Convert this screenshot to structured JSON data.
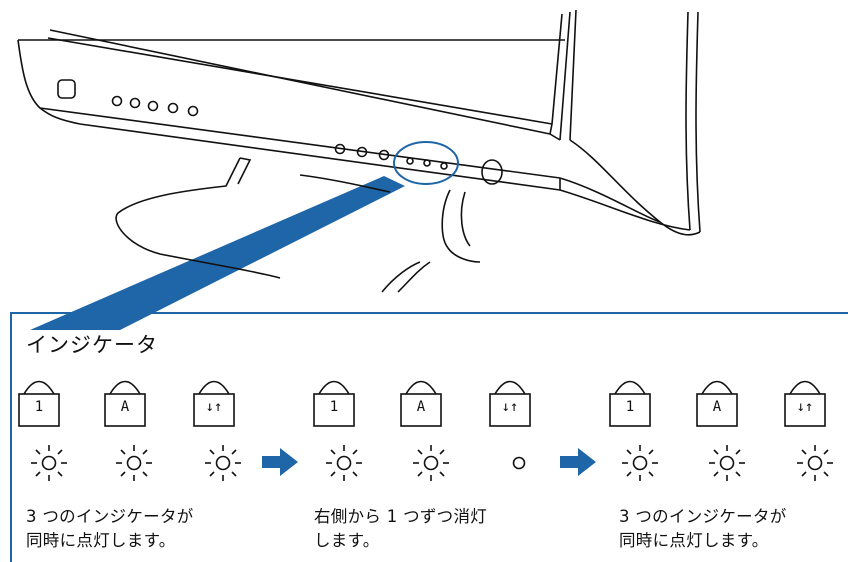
{
  "panel_title": "インジケータ",
  "colors": {
    "accent": "#1f66a8",
    "line": "#111111"
  },
  "groups": [
    {
      "keys": [
        {
          "label": "1",
          "lit": true
        },
        {
          "label": "A",
          "lit": true
        },
        {
          "label": "↓↑",
          "lit": true
        }
      ],
      "caption": "3 つのインジケータが\n同時に点灯します。"
    },
    {
      "keys": [
        {
          "label": "1",
          "lit": true
        },
        {
          "label": "A",
          "lit": true
        },
        {
          "label": "↓↑",
          "lit": false
        }
      ],
      "caption": "右側から 1 つずつ消灯\nします。"
    },
    {
      "keys": [
        {
          "label": "1",
          "lit": true
        },
        {
          "label": "A",
          "lit": true
        },
        {
          "label": "↓↑",
          "lit": true
        }
      ],
      "caption": "3 つのインジケータが\n同時に点灯します。"
    }
  ],
  "icons": {
    "lamp_on": "lit-lamp-icon",
    "lamp_off": "unlit-lamp-icon",
    "step": "right-arrow-icon",
    "indicator_key": "keyboard-indicator-icon"
  }
}
